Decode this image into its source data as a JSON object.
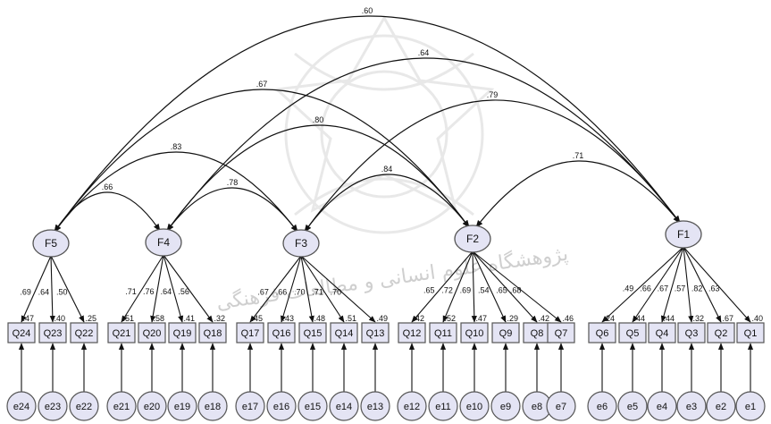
{
  "colors": {
    "node_fill": "#e4e4f4",
    "node_stroke": "#555555",
    "line": "#111111",
    "watermark": "#cfcfcf"
  },
  "watermark_text": "پژوهشگاه علوم انسانی و مطالعات فرهنگی",
  "latent": [
    {
      "id": "F5",
      "label": "F5"
    },
    {
      "id": "F4",
      "label": "F4"
    },
    {
      "id": "F3",
      "label": "F3"
    },
    {
      "id": "F2",
      "label": "F2"
    },
    {
      "id": "F1",
      "label": "F1"
    }
  ],
  "observed": [
    {
      "id": "Q24",
      "label": "Q24",
      "error": "e24",
      "factor": "F5",
      "loading": ".69",
      "r2": ".47"
    },
    {
      "id": "Q23",
      "label": "Q23",
      "error": "e23",
      "factor": "F5",
      "loading": ".64",
      "r2": ".40"
    },
    {
      "id": "Q22",
      "label": "Q22",
      "error": "e22",
      "factor": "F5",
      "loading": ".50",
      "r2": ".25"
    },
    {
      "id": "Q21",
      "label": "Q21",
      "error": "e21",
      "factor": "F4",
      "loading": ".71",
      "r2": ".51"
    },
    {
      "id": "Q20",
      "label": "Q20",
      "error": "e20",
      "factor": "F4",
      "loading": ".76",
      "r2": ".58"
    },
    {
      "id": "Q19",
      "label": "Q19",
      "error": "e19",
      "factor": "F4",
      "loading": ".64",
      "r2": ".41"
    },
    {
      "id": "Q18",
      "label": "Q18",
      "error": "e18",
      "factor": "F4",
      "loading": ".56",
      "r2": ".32"
    },
    {
      "id": "Q17",
      "label": "Q17",
      "error": "e17",
      "factor": "F3",
      "loading": ".67",
      "r2": ".45"
    },
    {
      "id": "Q16",
      "label": "Q16",
      "error": "e16",
      "factor": "F3",
      "loading": ".66",
      "r2": ".43"
    },
    {
      "id": "Q15",
      "label": "Q15",
      "error": "e15",
      "factor": "F3",
      "loading": ".70",
      "r2": ".48"
    },
    {
      "id": "Q14",
      "label": "Q14",
      "error": "e14",
      "factor": "F3",
      "loading": ".71",
      "r2": ".51"
    },
    {
      "id": "Q13",
      "label": "Q13",
      "error": "e13",
      "factor": "F3",
      "loading": ".70",
      "r2": ".49"
    },
    {
      "id": "Q12",
      "label": "Q12",
      "error": "e12",
      "factor": "F2",
      "loading": ".65",
      "r2": ".42"
    },
    {
      "id": "Q11",
      "label": "Q11",
      "error": "e11",
      "factor": "F2",
      "loading": ".72",
      "r2": ".52"
    },
    {
      "id": "Q10",
      "label": "Q10",
      "error": "e10",
      "factor": "F2",
      "loading": ".69",
      "r2": ".47"
    },
    {
      "id": "Q9",
      "label": "Q9",
      "error": "e9",
      "factor": "F2",
      "loading": ".54",
      "r2": ".29"
    },
    {
      "id": "Q8",
      "label": "Q8",
      "error": "e8",
      "factor": "F2",
      "loading": ".65",
      "r2": ".42"
    },
    {
      "id": "Q7",
      "label": "Q7",
      "error": "e7",
      "factor": "F2",
      "loading": ".68",
      "r2": ".46"
    },
    {
      "id": "Q6",
      "label": "Q6",
      "error": "e6",
      "factor": "F1",
      "loading": ".49",
      "r2": ".24"
    },
    {
      "id": "Q5",
      "label": "Q5",
      "error": "e5",
      "factor": "F1",
      "loading": ".66",
      "r2": ".44"
    },
    {
      "id": "Q4",
      "label": "Q4",
      "error": "e4",
      "factor": "F1",
      "loading": ".67",
      "r2": ".44"
    },
    {
      "id": "Q3",
      "label": "Q3",
      "error": "e3",
      "factor": "F1",
      "loading": ".57",
      "r2": ".32"
    },
    {
      "id": "Q2",
      "label": "Q2",
      "error": "e2",
      "factor": "F1",
      "loading": ".82",
      "r2": ".67"
    },
    {
      "id": "Q1",
      "label": "Q1",
      "error": "e1",
      "factor": "F1",
      "loading": ".63",
      "r2": ".40"
    }
  ],
  "correlations": [
    {
      "from": "F5",
      "to": "F1",
      "value": ".60"
    },
    {
      "from": "F4",
      "to": "F1",
      "value": ".64"
    },
    {
      "from": "F5",
      "to": "F2",
      "value": ".67"
    },
    {
      "from": "F3",
      "to": "F1",
      "value": ".79"
    },
    {
      "from": "F4",
      "to": "F2",
      "value": ".80"
    },
    {
      "from": "F5",
      "to": "F3",
      "value": ".83"
    },
    {
      "from": "F3",
      "to": "F2",
      "value": ".84"
    },
    {
      "from": "F4",
      "to": "F3",
      "value": ".78"
    },
    {
      "from": "F5",
      "to": "F4",
      "value": ".66"
    },
    {
      "from": "F2",
      "to": "F1",
      "value": ".71"
    }
  ]
}
